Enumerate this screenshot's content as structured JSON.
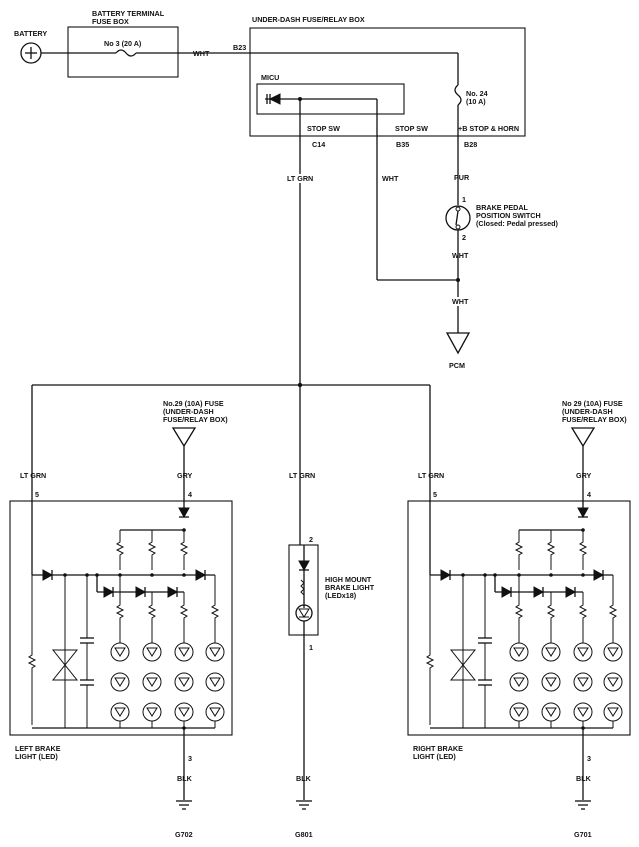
{
  "labels": {
    "battery": "BATTERY",
    "btfb_line1": "BATTERY TERMINAL",
    "btfb_line2": "FUSE BOX",
    "fuse3": "No 3 (20 A)",
    "wht_battery": "WHT",
    "b23": "B23",
    "udfrb_title": "UNDER-DASH FUSE/RELAY BOX",
    "micu": "MICU",
    "fuse24_line1": "No. 24",
    "fuse24_line2": "(10 A)",
    "stop_sw_1": "STOP SW",
    "stop_sw_2": "STOP SW",
    "b_stop_horn": "+B STOP & HORN",
    "c14": "C14",
    "b35": "B35",
    "b28": "B28",
    "lt_grn_top": "LT GRN",
    "wht_mid": "WHT",
    "pur": "PUR",
    "bpps_pin1": "1",
    "bpps_pin2": "2",
    "bpps_line1": "BRAKE PEDAL",
    "bpps_line2": "POSITION SWITCH",
    "bpps_line3": "(Closed: Pedal pressed)",
    "wht_switch": "WHT",
    "wht_pcm": "WHT",
    "pcm": "PCM",
    "fuse29_left_l1": "No.29 (10A) FUSE",
    "fuse29_left_l2": "(UNDER-DASH",
    "fuse29_left_l3": "FUSE/RELAY BOX)",
    "fuse29_right_l1": "No 29 (10A) FUSE",
    "fuse29_right_l2": "(UNDER-DASH",
    "fuse29_right_l3": "FUSE/RELAY BOX)",
    "lt_grn_left": "LT GRN",
    "gry_left": "GRY",
    "pin5_left": "5",
    "pin4_left": "4",
    "lt_grn_center": "LT GRN",
    "pin2_center": "2",
    "hmbl_line1": "HIGH MOUNT",
    "hmbl_line2": "BRAKE LIGHT",
    "hmbl_line3": "(LEDx18)",
    "pin1_center": "1",
    "lt_grn_right": "LT GRN",
    "gry_right": "GRY",
    "pin5_right": "5",
    "pin4_right": "4",
    "lbl_line1": "LEFT BRAKE",
    "lbl_line2": "LIGHT (LED)",
    "rbl_line1": "RIGHT BRAKE",
    "rbl_line2": "LIGHT (LED)",
    "pin3_left": "3",
    "pin3_right": "3",
    "blk_left": "BLK",
    "blk_center": "BLK",
    "blk_right": "BLK",
    "g702": "G702",
    "g801": "G801",
    "g701": "G701"
  }
}
